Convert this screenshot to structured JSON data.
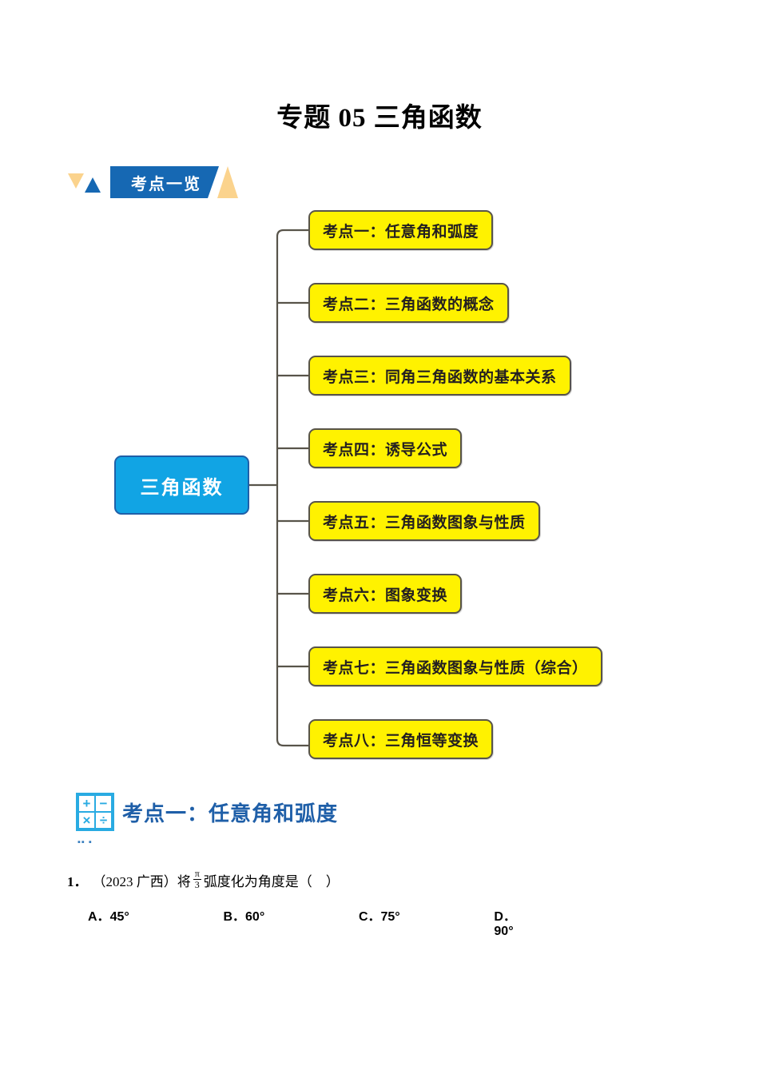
{
  "document": {
    "title": "专题 05 三角函数"
  },
  "banner": {
    "label": "考点一览",
    "left_icons": [
      "triangle-down-icon",
      "triangle-up-icon"
    ],
    "right_icon": "triangle-accent-icon",
    "blue": "#1668B3",
    "accent": "#FBD38D"
  },
  "mindmap": {
    "root": {
      "label": "三角函数",
      "fill": "#11A4E4",
      "border": "#1F5FA8",
      "text_color": "#FFFFFF"
    },
    "node_style": {
      "fill": "#FFF200",
      "border": "#58544A",
      "text_color": "#231F20"
    },
    "branches": [
      {
        "label": "考点一：任意角和弧度"
      },
      {
        "label": "考点二：三角函数的概念"
      },
      {
        "label": "考点三：同角三角函数的基本关系"
      },
      {
        "label": "考点四：诱导公式"
      },
      {
        "label": "考点五：三角函数图象与性质"
      },
      {
        "label": "考点六：图象变换"
      },
      {
        "label": "考点七：三角函数图象与性质（综合）"
      },
      {
        "label": "考点八：三角恒等变换"
      }
    ]
  },
  "section": {
    "icon": "calculator-grid-icon",
    "icon_symbols": [
      "+",
      "−",
      "×",
      "÷"
    ],
    "icon_color": "#29ABE2",
    "title": "考点一：任意角和弧度",
    "title_color": "#1F5FA8",
    "stray_mark": "▪▪ ▪"
  },
  "question": {
    "number": "1．",
    "source": "（2023 广西）",
    "text_before_fraction": "将",
    "fraction": {
      "numerator": "π",
      "denominator": "3"
    },
    "text_after_fraction": "弧度化为角度是（　）",
    "options": [
      {
        "key": "A．",
        "value": "45°"
      },
      {
        "key": "B．",
        "value": "60°"
      },
      {
        "key": "C．",
        "value": "75°"
      },
      {
        "key": "D．",
        "value": "90°"
      }
    ]
  }
}
